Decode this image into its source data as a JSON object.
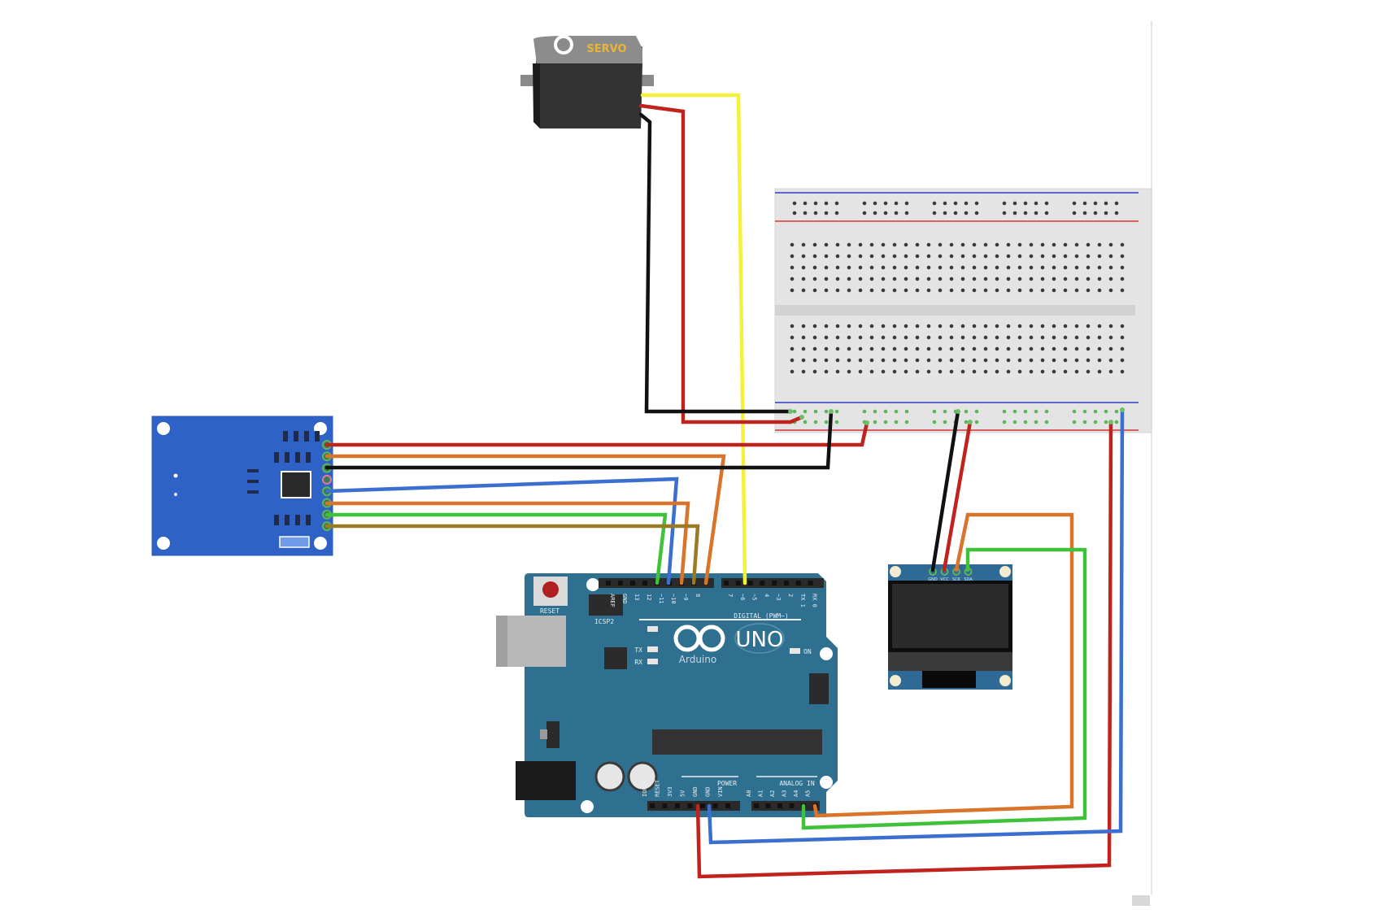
{
  "diagram": {
    "title": "Arduino UNO RFID servo OLED wiring",
    "components": {
      "servo": {
        "label": "SERVO",
        "label_color": "#e8b53a"
      },
      "arduino": {
        "logo_text": "UNO",
        "brand_text": "Arduino",
        "reset_label": "RESET",
        "icsp_label": "ICSP2",
        "tx_label": "TX",
        "rx_label": "RX",
        "on_label": "ON",
        "digital_label": "DIGITAL (PWM~)",
        "power_label": "POWER",
        "analog_label": "ANALOG IN",
        "digital_pins": [
          "AREF",
          "GND",
          "13",
          "12",
          "~11",
          "~10",
          "~9",
          "8",
          "7",
          "~6",
          "~5",
          "4",
          "~3",
          "2",
          "TX 1",
          "RX 0"
        ],
        "power_pins": [
          "IOREF",
          "RESET",
          "3V3",
          "5V",
          "GND",
          "GND",
          "VIN"
        ],
        "analog_pins": [
          "A0",
          "A1",
          "A2",
          "A3",
          "A4",
          "A5"
        ],
        "board_color": "#2f7090"
      },
      "oled": {
        "pins": [
          "GND",
          "VCC",
          "SCK",
          "SDA"
        ]
      },
      "rfid": {
        "pin_count": 8,
        "board_color": "#2f62c6"
      },
      "breadboard": {
        "rail_top_color": "#4a5bd0",
        "rail_bottom_color": "#d04040"
      }
    },
    "wire_colors": {
      "red": "#c0221e",
      "black": "#111111",
      "yellow": "#f5f03a",
      "orange": "#d9742a",
      "blue": "#3a6fd0",
      "green": "#3fc23a",
      "olive": "#9a7a22"
    },
    "connections": [
      {
        "from": "servo.signal",
        "to": "arduino.D6",
        "color": "yellow"
      },
      {
        "from": "servo.vcc",
        "to": "breadboard.power_rail",
        "color": "red"
      },
      {
        "from": "servo.gnd",
        "to": "breadboard.ground_rail",
        "color": "black"
      },
      {
        "from": "rfid.pin1",
        "to": "breadboard.power_rail",
        "color": "red"
      },
      {
        "from": "rfid.pin2",
        "to": "arduino.D9",
        "color": "orange"
      },
      {
        "from": "rfid.pin3",
        "to": "breadboard.ground_rail",
        "color": "black"
      },
      {
        "from": "rfid.pin5",
        "to": "arduino.D12",
        "color": "blue"
      },
      {
        "from": "rfid.pin6",
        "to": "arduino.D11",
        "color": "orange"
      },
      {
        "from": "rfid.pin7",
        "to": "arduino.D13",
        "color": "green"
      },
      {
        "from": "rfid.pin8",
        "to": "arduino.D10",
        "color": "olive"
      },
      {
        "from": "oled.GND",
        "to": "breadboard.ground_rail",
        "color": "black"
      },
      {
        "from": "oled.VCC",
        "to": "breadboard.power_rail",
        "color": "red"
      },
      {
        "from": "oled.SCK",
        "to": "arduino.A5",
        "color": "orange"
      },
      {
        "from": "oled.SDA",
        "to": "arduino.A4",
        "color": "green"
      },
      {
        "from": "arduino.5V",
        "to": "breadboard.power_rail",
        "color": "red"
      },
      {
        "from": "arduino.GND",
        "to": "breadboard.ground_rail",
        "color": "blue"
      }
    ]
  }
}
